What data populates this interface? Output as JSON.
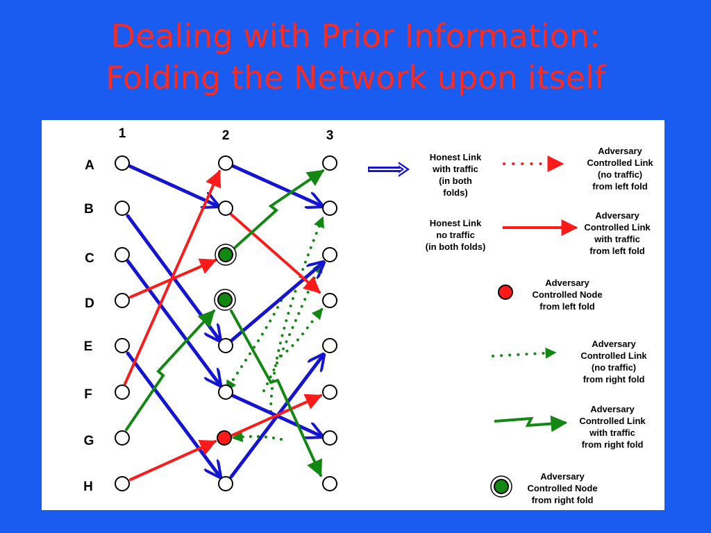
{
  "title": {
    "line1": "Dealing with Prior Information:",
    "line2": "Folding the Network upon itself"
  },
  "columns": [
    "1",
    "2",
    "3"
  ],
  "rows": [
    "A",
    "B",
    "C",
    "D",
    "E",
    "F",
    "G",
    "H"
  ],
  "colors": {
    "background": "#1a5bf0",
    "title": "#ff2a1a",
    "honest": "#1414d2",
    "adversary_left": "#ff1a1a",
    "adversary_right": "#128712"
  },
  "legend": {
    "honest_traffic": [
      "Honest Link",
      "with traffic",
      "(in both",
      "folds)"
    ],
    "honest_no_traffic": [
      "Honest Link",
      "no traffic",
      "(in both folds)"
    ],
    "adv_link_no_traffic_left": [
      "Adversary",
      "Controlled Link",
      "(no traffic)",
      "from left fold"
    ],
    "adv_link_traffic_left": [
      "Adversary",
      "Controlled Link",
      "with traffic",
      "from left fold"
    ],
    "adv_node_left": [
      "Adversary",
      "Controlled Node",
      "from left fold"
    ],
    "adv_link_no_traffic_right": [
      "Adversary",
      "Controlled Link",
      "(no traffic)",
      "from right fold"
    ],
    "adv_link_traffic_right": [
      "Adversary",
      "Controlled Link",
      "with traffic",
      "from right fold"
    ],
    "adv_node_right": [
      "Adversary",
      "Controlled Node",
      "from right fold"
    ]
  }
}
